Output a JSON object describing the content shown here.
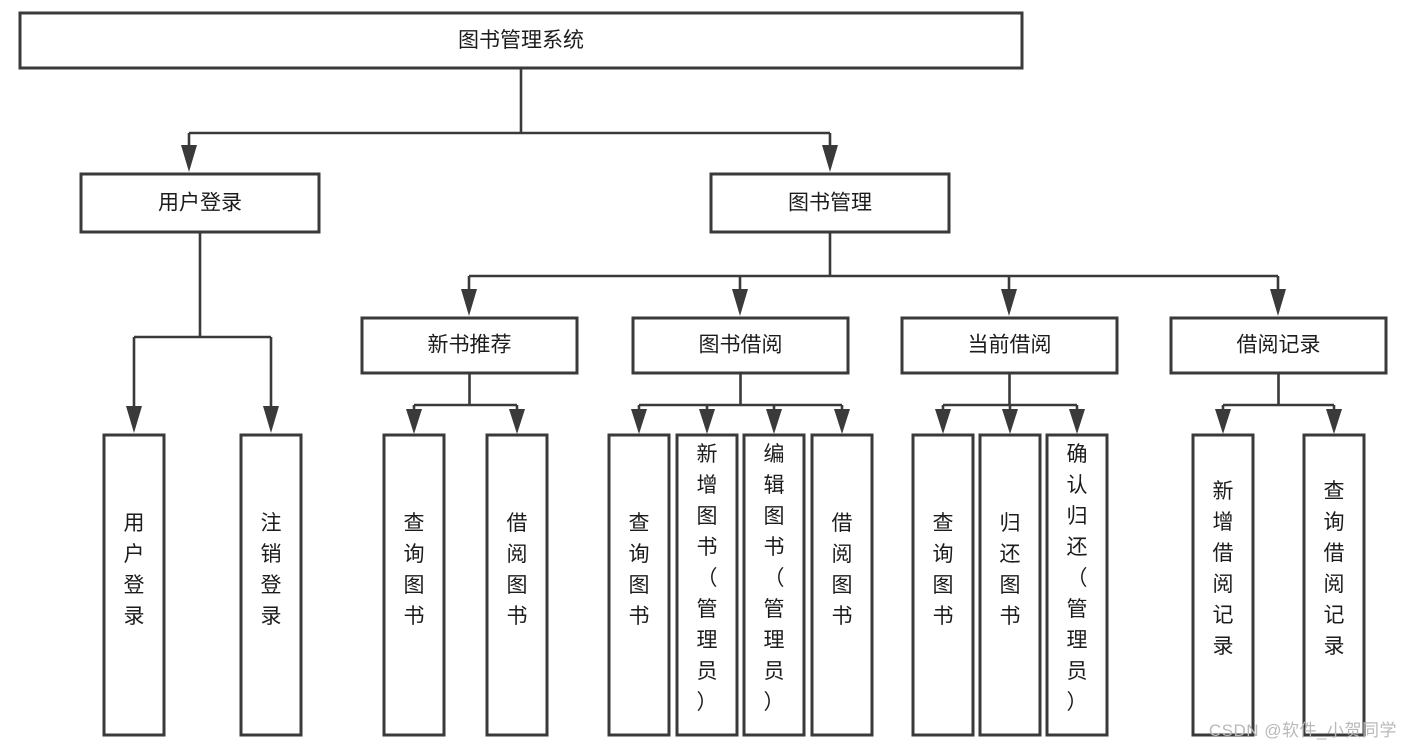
{
  "diagram": {
    "title": "图书管理系统",
    "type": "tree-hierarchy-diagram",
    "colors": {
      "box_fill": "#ffffff",
      "box_stroke": "#3a3a3a",
      "connector": "#3a3a3a",
      "text": "#1c1c1c",
      "watermark": "#b9b9b9",
      "background": "#ffffff"
    },
    "root": {
      "label": "图书管理系统",
      "orientation": "horizontal"
    },
    "level2": [
      {
        "id": "user-login",
        "label": "用户登录",
        "orientation": "horizontal"
      },
      {
        "id": "book-manage",
        "label": "图书管理",
        "orientation": "horizontal"
      }
    ],
    "level3": [
      {
        "id": "new-book-recommend",
        "label": "新书推荐",
        "orientation": "horizontal",
        "parent": "book-manage"
      },
      {
        "id": "book-borrow",
        "label": "图书借阅",
        "orientation": "horizontal",
        "parent": "book-manage"
      },
      {
        "id": "current-borrow",
        "label": "当前借阅",
        "orientation": "horizontal",
        "parent": "book-manage"
      },
      {
        "id": "borrow-record",
        "label": "借阅记录",
        "orientation": "horizontal",
        "parent": "book-manage"
      }
    ],
    "leaves": {
      "user-login": [
        {
          "id": "leaf-user-login",
          "label": "用户登录",
          "orientation": "vertical"
        },
        {
          "id": "leaf-logout",
          "label": "注销登录",
          "orientation": "vertical"
        }
      ],
      "new-book-recommend": [
        {
          "id": "leaf-query-book-1",
          "label": "查询图书",
          "orientation": "vertical"
        },
        {
          "id": "leaf-borrow-book-1",
          "label": "借阅图书",
          "orientation": "vertical"
        }
      ],
      "book-borrow": [
        {
          "id": "leaf-query-book-2",
          "label": "查询图书",
          "orientation": "vertical"
        },
        {
          "id": "leaf-add-book",
          "label": "新增图书（管理员）",
          "orientation": "vertical"
        },
        {
          "id": "leaf-edit-book",
          "label": "编辑图书（管理员）",
          "orientation": "vertical"
        },
        {
          "id": "leaf-borrow-book-2",
          "label": "借阅图书",
          "orientation": "vertical"
        }
      ],
      "current-borrow": [
        {
          "id": "leaf-query-book-3",
          "label": "查询图书",
          "orientation": "vertical"
        },
        {
          "id": "leaf-return-book",
          "label": "归还图书",
          "orientation": "vertical"
        },
        {
          "id": "leaf-confirm-return",
          "label": "确认归还（管理员）",
          "orientation": "vertical"
        }
      ],
      "borrow-record": [
        {
          "id": "leaf-add-record",
          "label": "新增借阅记录",
          "orientation": "vertical"
        },
        {
          "id": "leaf-query-record",
          "label": "查询借阅记录",
          "orientation": "vertical"
        }
      ]
    },
    "watermark": "CSDN @软件_小贺同学"
  }
}
